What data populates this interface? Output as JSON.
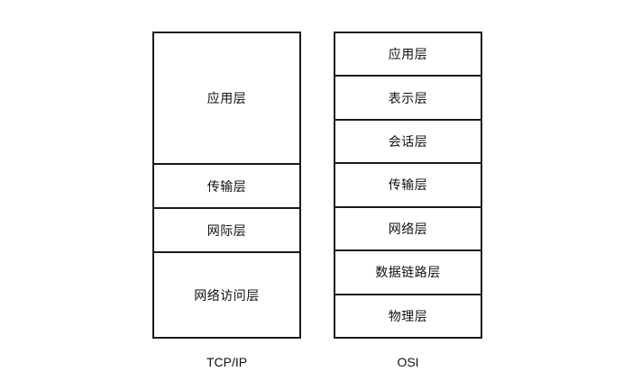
{
  "tcpip": {
    "caption": "TCP/IP",
    "layers": [
      "应用层",
      "传输层",
      "网际层",
      "网络访问层"
    ]
  },
  "osi": {
    "caption": "OSI",
    "layers": [
      "应用层",
      "表示层",
      "会话层",
      "传输层",
      "网络层",
      "数据链路层",
      "物理层"
    ]
  },
  "colors": {
    "border": "#1a1a1a",
    "text": "#111111",
    "background": "#ffffff"
  }
}
